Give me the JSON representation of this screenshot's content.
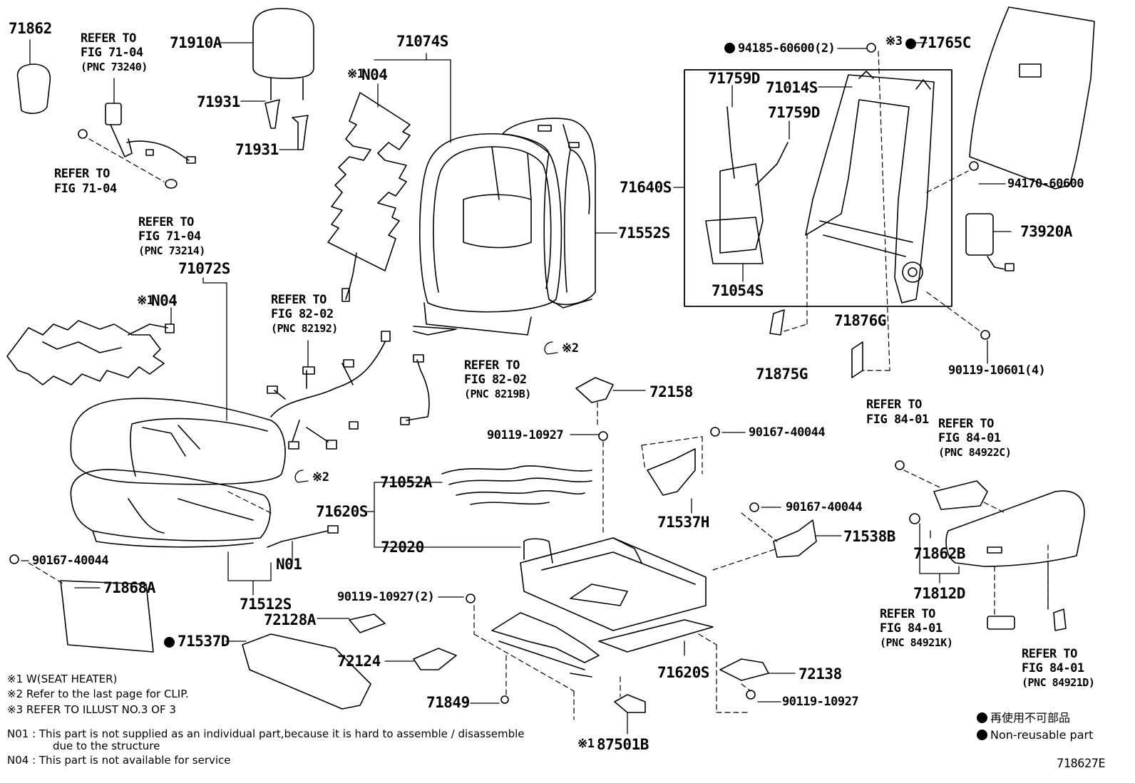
{
  "colors": {
    "line": "#000000",
    "background": "#ffffff"
  },
  "parts": {
    "p71862": "71862",
    "p71910A": "71910A",
    "p71931a": "71931",
    "p71931b": "71931",
    "p71074S": "71074S",
    "p71765C": "71765C",
    "p94185": "94185-60600(2)",
    "p71759Da": "71759D",
    "p71759Db": "71759D",
    "p71014S": "71014S",
    "p71640S": "71640S",
    "p71552S": "71552S",
    "p94170": "94170-60600",
    "p73920A": "73920A",
    "p71054S": "71054S",
    "p71876G": "71876G",
    "p71875G": "71875G",
    "p90119_10601": "90119-10601(4)",
    "p71072S": "71072S",
    "p72158": "72158",
    "p90119_10927a": "90119-10927",
    "p90167_40044a": "90167-40044",
    "p71052A": "71052A",
    "p71620Sa": "71620S",
    "p72020": "72020",
    "p71537H": "71537H",
    "p90167_40044b": "90167-40044",
    "p71538B": "71538B",
    "p71862B": "71862B",
    "p71812D": "71812D",
    "p90167_40044c": "90167-40044",
    "p71868A": "71868A",
    "p71512S": "71512S",
    "p90119_10927b": "90119-10927(2)",
    "p72128A": "72128A",
    "p71537D": "71537D",
    "p72124": "72124",
    "p71620Sb": "71620S",
    "p72138": "72138",
    "p90119_10927c": "90119-10927",
    "p71849": "71849",
    "p87501B": "87501B",
    "n04a": "N04",
    "n04b": "N04",
    "n01": "N01"
  },
  "marks": {
    "m1": "※1",
    "m2": "※2",
    "m3": "※3"
  },
  "refs": {
    "r1": {
      "l1": "REFER TO",
      "l2": "FIG 71-04",
      "l3": "(PNC 73240)"
    },
    "r2": {
      "l1": "REFER TO",
      "l2": "FIG 71-04"
    },
    "r3": {
      "l1": "REFER TO",
      "l2": "FIG 71-04",
      "l3": "(PNC 73214)"
    },
    "r4": {
      "l1": "REFER TO",
      "l2": "FIG 82-02",
      "l3": "(PNC 82192)"
    },
    "r5": {
      "l1": "REFER TO",
      "l2": "FIG 82-02",
      "l3": "(PNC 8219B)"
    },
    "r6": {
      "l1": "REFER TO",
      "l2": "FIG 84-01"
    },
    "r7": {
      "l1": "REFER TO",
      "l2": "FIG 84-01",
      "l3": "(PNC 84922C)"
    },
    "r8": {
      "l1": "REFER TO",
      "l2": "FIG 84-01",
      "l3": "(PNC 84921K)"
    },
    "r9": {
      "l1": "REFER TO",
      "l2": "FIG 84-01",
      "l3": "(PNC 84921D)"
    }
  },
  "notes": {
    "n1": "※1  W(SEAT  HEATER)",
    "n2": "※2  Refer to the last page for CLIP.",
    "n3": "※3 REFER TO ILLUST NO.3 OF 3",
    "n4a": "N01 : This part is not supplied as an individual part,because it is hard to assemble / disassemble",
    "n4b": "due to the structure",
    "n5": "N04 : This part is not available for service"
  },
  "legend": {
    "jp": "再使用不可部品",
    "en": "Non-reusable part"
  },
  "figure_id": "718627E"
}
